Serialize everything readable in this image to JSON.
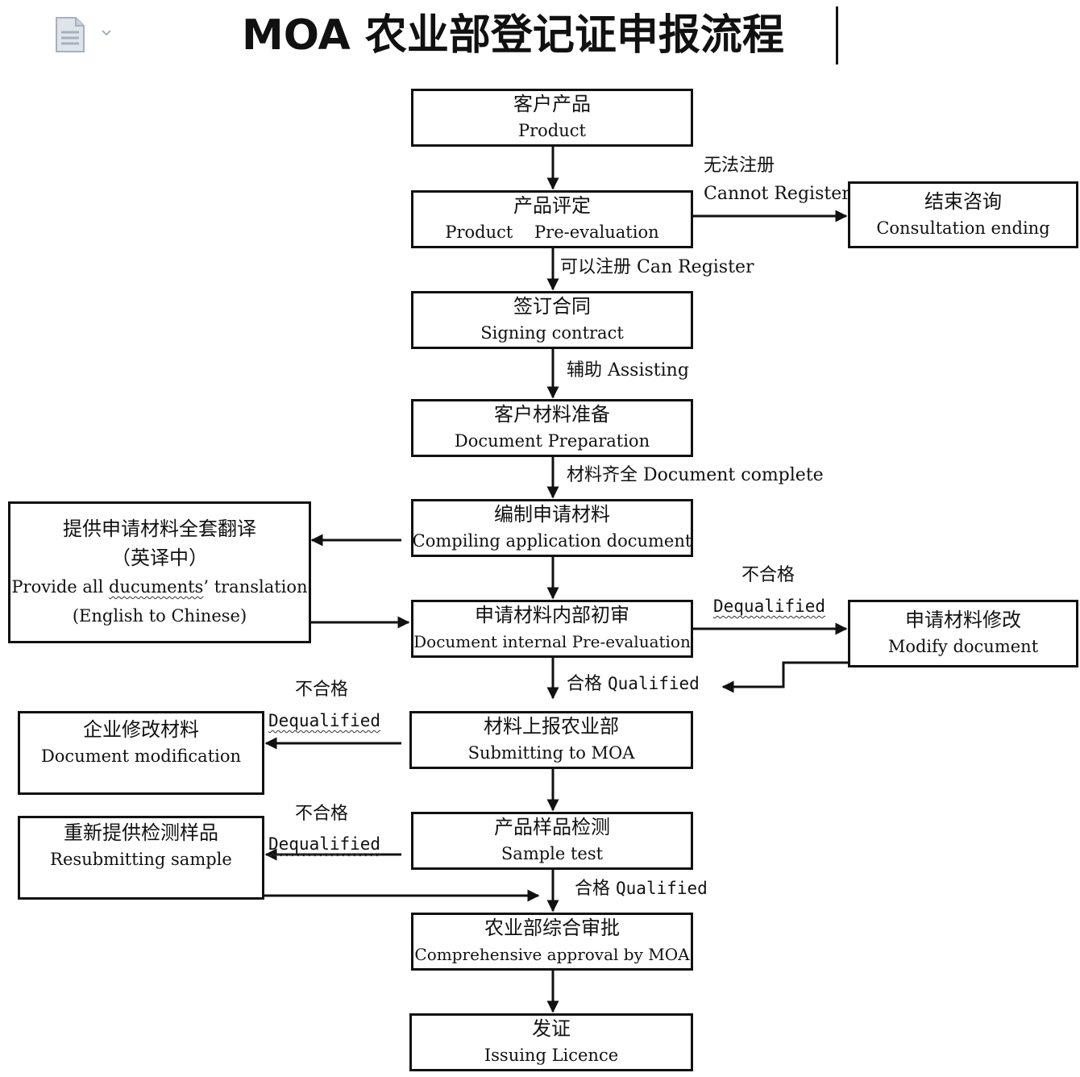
{
  "title": "MOA 农业部登记证申报流程",
  "toolbar": {
    "doc_icon": "document-icon",
    "dropdown_icon": "chevron-down-icon"
  },
  "nodes": {
    "product": {
      "zh": "客户产品",
      "en": "Product"
    },
    "preeval": {
      "zh": "产品评定",
      "en": "Product    Pre-evaluation"
    },
    "ending": {
      "zh": "结束咨询",
      "en": "Consultation ending"
    },
    "contract": {
      "zh": "签订合同",
      "en": "Signing contract"
    },
    "docprep": {
      "zh": "客户材料准备",
      "en": "Document Preparation"
    },
    "compile": {
      "zh": "编制申请材料",
      "en": "Compiling application document"
    },
    "translate": {
      "zh": "提供申请材料全套翻译",
      "zh2": "（英译中）",
      "en_pre": "Provide all ",
      "en_wavy": "ducuments",
      "en_post": "’ translation",
      "en2": "(English to Chinese)"
    },
    "internal": {
      "zh": "申请材料内部初审",
      "en": "Document internal Pre-evaluation"
    },
    "modify": {
      "zh": "申请材料修改",
      "en": "Modify document"
    },
    "submit": {
      "zh": "材料上报农业部",
      "en": "Submitting to MOA"
    },
    "corpmod": {
      "zh": "企业修改材料",
      "en": "Document modification"
    },
    "sample": {
      "zh": "产品样品检测",
      "en": "Sample test"
    },
    "resubmit": {
      "zh": "重新提供检测样品",
      "en": "Resubmitting sample"
    },
    "approval": {
      "zh": "农业部综合审批",
      "en": "Comprehensive approval by MOA"
    },
    "licence": {
      "zh": "发证",
      "en": "Issuing Licence"
    }
  },
  "labels": {
    "cannot_zh": "无法注册",
    "cannot_en": "Cannot Register",
    "can_register": "可以注册 Can Register",
    "assisting": "辅助 Assisting",
    "complete": "材料齐全 Document complete",
    "dq1_zh": "不合格",
    "dq1_en": "Dequalified",
    "qualified1_zh": "合格",
    "qualified1_en": "Qualified",
    "dq2_zh": "不合格",
    "dq2_en": "Dequalified",
    "dq3_zh": "不合格",
    "dq3_en": "Dequalified",
    "qualified2_zh": "合格",
    "qualified2_en": "Qualified"
  },
  "colors": {
    "line": "#111111",
    "icon": "#a7b0bd"
  }
}
